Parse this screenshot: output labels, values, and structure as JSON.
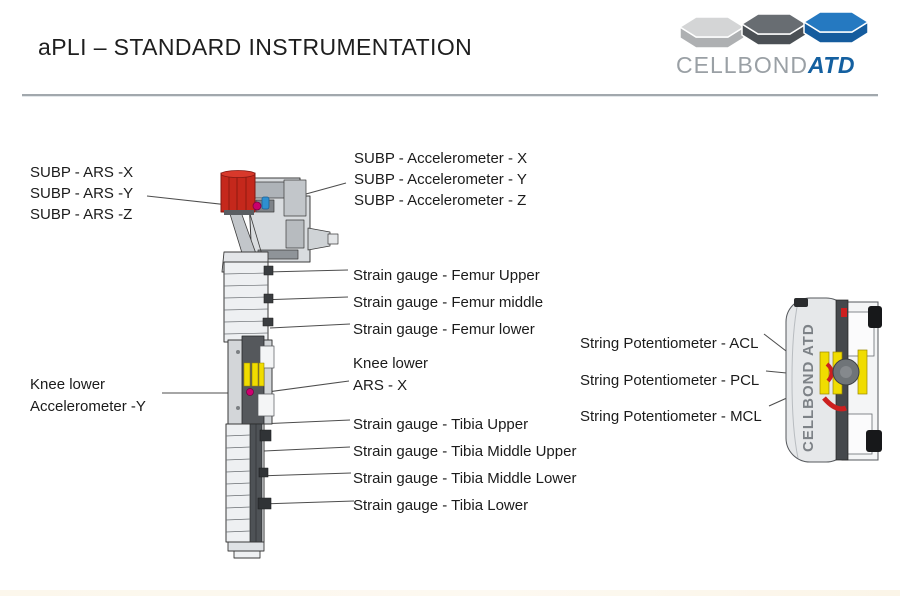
{
  "header": {
    "title": "aPLI – STANDARD INSTRUMENTATION",
    "logo": {
      "brand": "CELLBOND",
      "suffix": "ATD"
    }
  },
  "diagram": {
    "labels": {
      "subp_ars": [
        "SUBP - ARS -X",
        "SUBP - ARS -Y",
        "SUBP - ARS -Z"
      ],
      "subp_accelerometer": [
        "SUBP - Accelerometer - X",
        "SUBP - Accelerometer - Y",
        "SUBP - Accelerometer - Z"
      ],
      "femur_strain_gauges": [
        "Strain gauge - Femur Upper",
        "Strain gauge - Femur middle",
        "Strain gauge - Femur lower"
      ],
      "knee_lower_accelerometer": [
        "Knee lower",
        "Accelerometer -Y"
      ],
      "knee_lower_ars": [
        "Knee lower",
        "ARS - X"
      ],
      "tibia_strain_gauges": [
        "Strain gauge - Tibia Upper",
        "Strain gauge - Tibia Middle Upper",
        "Strain gauge - Tibia Middle Lower",
        "Strain gauge - Tibia Lower"
      ],
      "string_potentiometers": [
        "String Potentiometer - ACL",
        "String Potentiometer - PCL",
        "String Potentiometer - MCL"
      ]
    },
    "knee_inset_brand": "CELLBOND ATD"
  },
  "colors": {
    "brand_blue": "#1460a0",
    "brand_gray": "#9aa0a5",
    "impactor_red": "#c5281c",
    "sensor_yellow": "#f0dc00",
    "sensor_magenta": "#c9006b",
    "sensor_blue": "#2e8fd0"
  }
}
